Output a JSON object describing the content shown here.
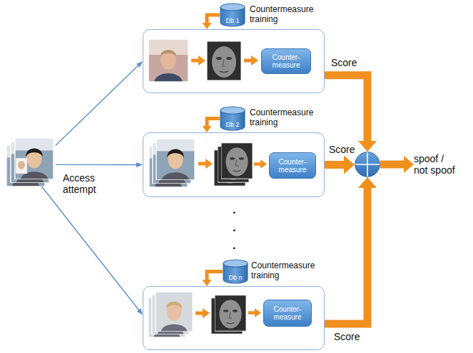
{
  "diagram": {
    "nodes": [
      {
        "text": [
          "Access attempt"
        ]
      },
      {
        "text": [
          "Db 1"
        ]
      },
      {
        "text": []
      },
      {
        "text": [
          "Counter- measure"
        ],
        "in": 2
      },
      {
        "text": [
          "Db 2"
        ]
      },
      {
        "text": []
      },
      {
        "text": [
          "Counter- measure"
        ],
        "in": 5
      },
      {
        "text": [
          "Db n"
        ]
      },
      {
        "text": []
      },
      {
        "text": [
          "Counter- measure"
        ],
        "in": 8
      },
      {
        "text": []
      },
      {
        "text": [
          "spoof / not spoof"
        ]
      }
    ],
    "edges": [
      {
        "from": 0,
        "to": 2,
        "arrow": "to"
      },
      {
        "from": 0,
        "to": 5,
        "arrow": "to"
      },
      {
        "from": 0,
        "to": 8,
        "arrow": "to"
      },
      {
        "from": 1,
        "to": 2,
        "arrow": "to"
      },
      {
        "from": 4,
        "to": 5,
        "arrow": "to"
      },
      {
        "from": 7,
        "to": 8,
        "arrow": "to"
      },
      {
        "from": 2,
        "to": 10,
        "label": "Score",
        "arrow": "to"
      },
      {
        "from": 5,
        "to": 10,
        "label": "Score",
        "arrow": "to"
      },
      {
        "from": 8,
        "to": 10,
        "label": "Score",
        "arrow": "to"
      },
      {
        "from": 10,
        "to": 11,
        "arrow": "to"
      }
    ],
    "labels": [
      "Countermeasure training",
      "Countermeasure training",
      "Countermeasure training",
      ".",
      ".",
      "."
    ]
  }
}
